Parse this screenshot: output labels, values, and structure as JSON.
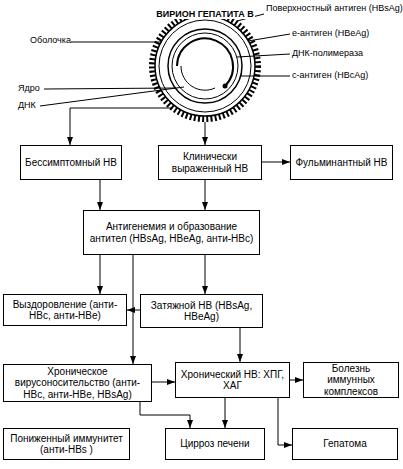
{
  "diagram": {
    "nodes": [
      {
        "text": [
          "ВИРИОН ГЕПАТИТА В"
        ]
      },
      {
        "text": [
          "Бессимптомный НВ"
        ]
      },
      {
        "text": [
          "Клинически выраженный НВ"
        ]
      },
      {
        "text": [
          "Фульминантный НВ"
        ]
      },
      {
        "text": [
          "Антигенемия и образование антител (HBsAg, HBeAg, анти-HBc)"
        ]
      },
      {
        "text": [
          "Выздоровление (анти-HBc, анти-HBe)"
        ]
      },
      {
        "text": [
          "Затяжной НВ (HBsAg, HBeAg)"
        ]
      },
      {
        "text": [
          "Хроническое вирусоносительство (анти-HBc, анти-HBe, HBsAg)"
        ]
      },
      {
        "text": [
          "Хронический НВ: ХПГ, ХАГ"
        ]
      },
      {
        "text": [
          "Болезнь иммунных комплексов"
        ]
      },
      {
        "text": [
          "Пониженный иммунитет (анти-HBs )"
        ]
      },
      {
        "text": [
          "Цирроз печени"
        ]
      },
      {
        "text": [
          "Гепатома"
        ]
      }
    ],
    "edges": [
      {
        "from": 0,
        "to": 1,
        "arrow": "to"
      },
      {
        "from": 0,
        "to": 2,
        "arrow": "to"
      },
      {
        "from": 2,
        "to": 3,
        "arrow": "to"
      },
      {
        "from": 1,
        "to": 4,
        "arrow": "to"
      },
      {
        "from": 2,
        "to": 4,
        "arrow": "to"
      },
      {
        "from": 4,
        "to": 5,
        "arrow": "to"
      },
      {
        "from": 4,
        "to": 6,
        "arrow": "to"
      },
      {
        "from": 4,
        "to": 7,
        "arrow": "to"
      },
      {
        "from": 6,
        "to": 5,
        "arrow": "to"
      },
      {
        "from": 6,
        "to": 8,
        "arrow": "to"
      },
      {
        "from": 7,
        "to": 8,
        "arrow": "to"
      },
      {
        "from": 8,
        "to": 9,
        "arrow": "to"
      },
      {
        "from": 7,
        "to": 11,
        "arrow": "to"
      },
      {
        "from": 8,
        "to": 11,
        "arrow": "to"
      },
      {
        "from": 8,
        "to": 12,
        "arrow": "to"
      }
    ],
    "labels": [
      "Оболочка",
      "Ядро",
      "ДНК",
      "Поверхностный антиген (HBsAg)",
      "е-антиген (HBeAg)",
      "ДНК-полимераза",
      "с-антиген (HBcAg)"
    ]
  }
}
